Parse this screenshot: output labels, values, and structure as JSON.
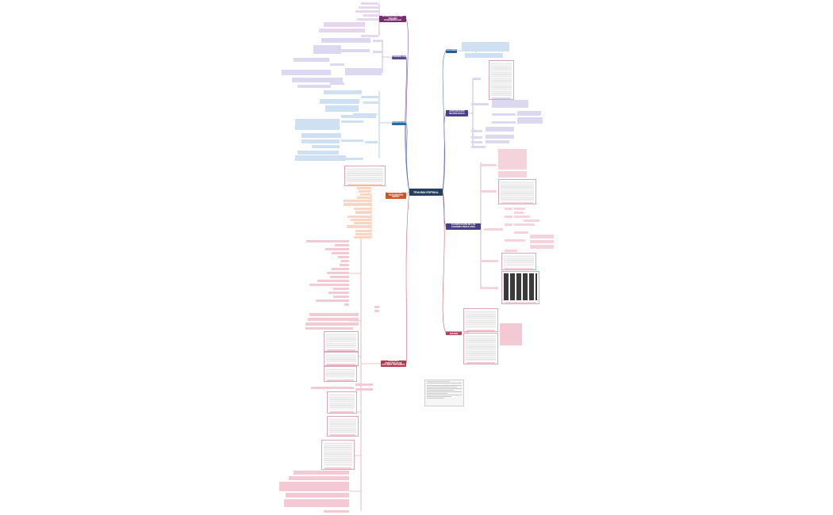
{
  "root": {
    "label": "TRAUMA ESPINAL"
  },
  "branches": [
    {
      "id": "b-purple-top",
      "label": "INTRODUCCIÓN DEL TRAUMA RAQUIMEDULAR",
      "color": "#7a2e72"
    },
    {
      "id": "b-purple-2",
      "label": "EPIDEMIOLOGÍA",
      "color": "#5b4a8c"
    },
    {
      "id": "b-blue",
      "label": "FISIOPATOLOGÍA",
      "color": "#2d6a9f"
    },
    {
      "id": "b-orange",
      "label": "EVALUACIÓN Y TRATAMIENTO INICIAL",
      "color": "#c8562b"
    },
    {
      "id": "b-red",
      "label": "LESIONES ESPECÍFICAS DE COLUMNA VERTEBRAL",
      "color": "#b33a4c"
    },
    {
      "id": "b-right-1",
      "label": "ANATOMÍA",
      "color": "#2a5d94"
    },
    {
      "id": "b-right-2",
      "label": "EXPLORACIÓN NEUROLÓGICA",
      "color": "#4a3f86"
    },
    {
      "id": "b-right-3",
      "label": "CLASIFICACIÓN DE LAS LESIONES MEDULARES",
      "color": "#4a3f86"
    },
    {
      "id": "b-right-4",
      "label": "ESTUDIOS DE IMAGEN",
      "color": "#b2455e"
    }
  ],
  "colors": {
    "purple": "#e6d6ee",
    "blue": "#cfe0f2",
    "orange": "#f9d6c2",
    "red": "#f3c9d3",
    "lavender": "#dcd8ef",
    "pink": "#f5d3dc"
  }
}
